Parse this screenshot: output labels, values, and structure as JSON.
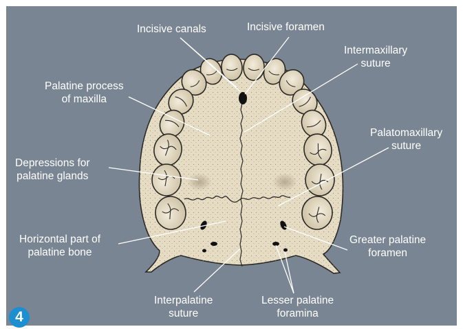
{
  "figure_number": "4",
  "colors": {
    "background": "#7a8593",
    "bone": "#e6dcc4",
    "tooth": "#e9e0cb",
    "outline": "#2a2824",
    "label_text": "#ffffff",
    "leader_line": "#ffffff",
    "badge": "#1b8fd0"
  },
  "labels": {
    "incisive_canals": [
      "Incisive canals"
    ],
    "incisive_foramen": [
      "Incisive foramen"
    ],
    "intermaxillary_suture": [
      "Intermaxillary",
      "suture"
    ],
    "palatine_process": [
      "Palatine process",
      "of maxilla"
    ],
    "palatomaxillary_suture": [
      "Palatomaxillary",
      "suture"
    ],
    "depressions": [
      "Depressions for",
      "palatine glands"
    ],
    "horizontal_part": [
      "Horizontal part of",
      "palatine bone"
    ],
    "greater_palatine": [
      "Greater palatine",
      "foramen"
    ],
    "interpalatine_suture": [
      "Interpalatine",
      "suture"
    ],
    "lesser_palatine": [
      "Lesser palatine",
      "foramina"
    ]
  }
}
